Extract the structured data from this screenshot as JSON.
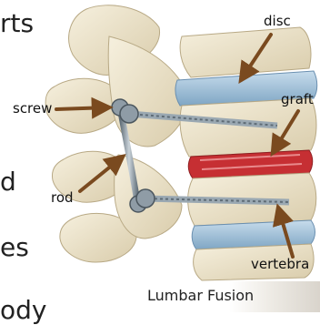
{
  "page_text_fragments": [
    "rts",
    "d",
    "es",
    "ody"
  ],
  "labels": {
    "disc": "disc",
    "graft": "graft",
    "screw": "screw",
    "rod": "rod",
    "vertebra": "vertebra"
  },
  "caption": "Lumbar Fusion",
  "colors": {
    "bone": "#efe6cf",
    "disc": "#a9c8df",
    "graft": "#c62f33",
    "arrow": "#7a4a1f",
    "hardware": "#7d8d99"
  }
}
